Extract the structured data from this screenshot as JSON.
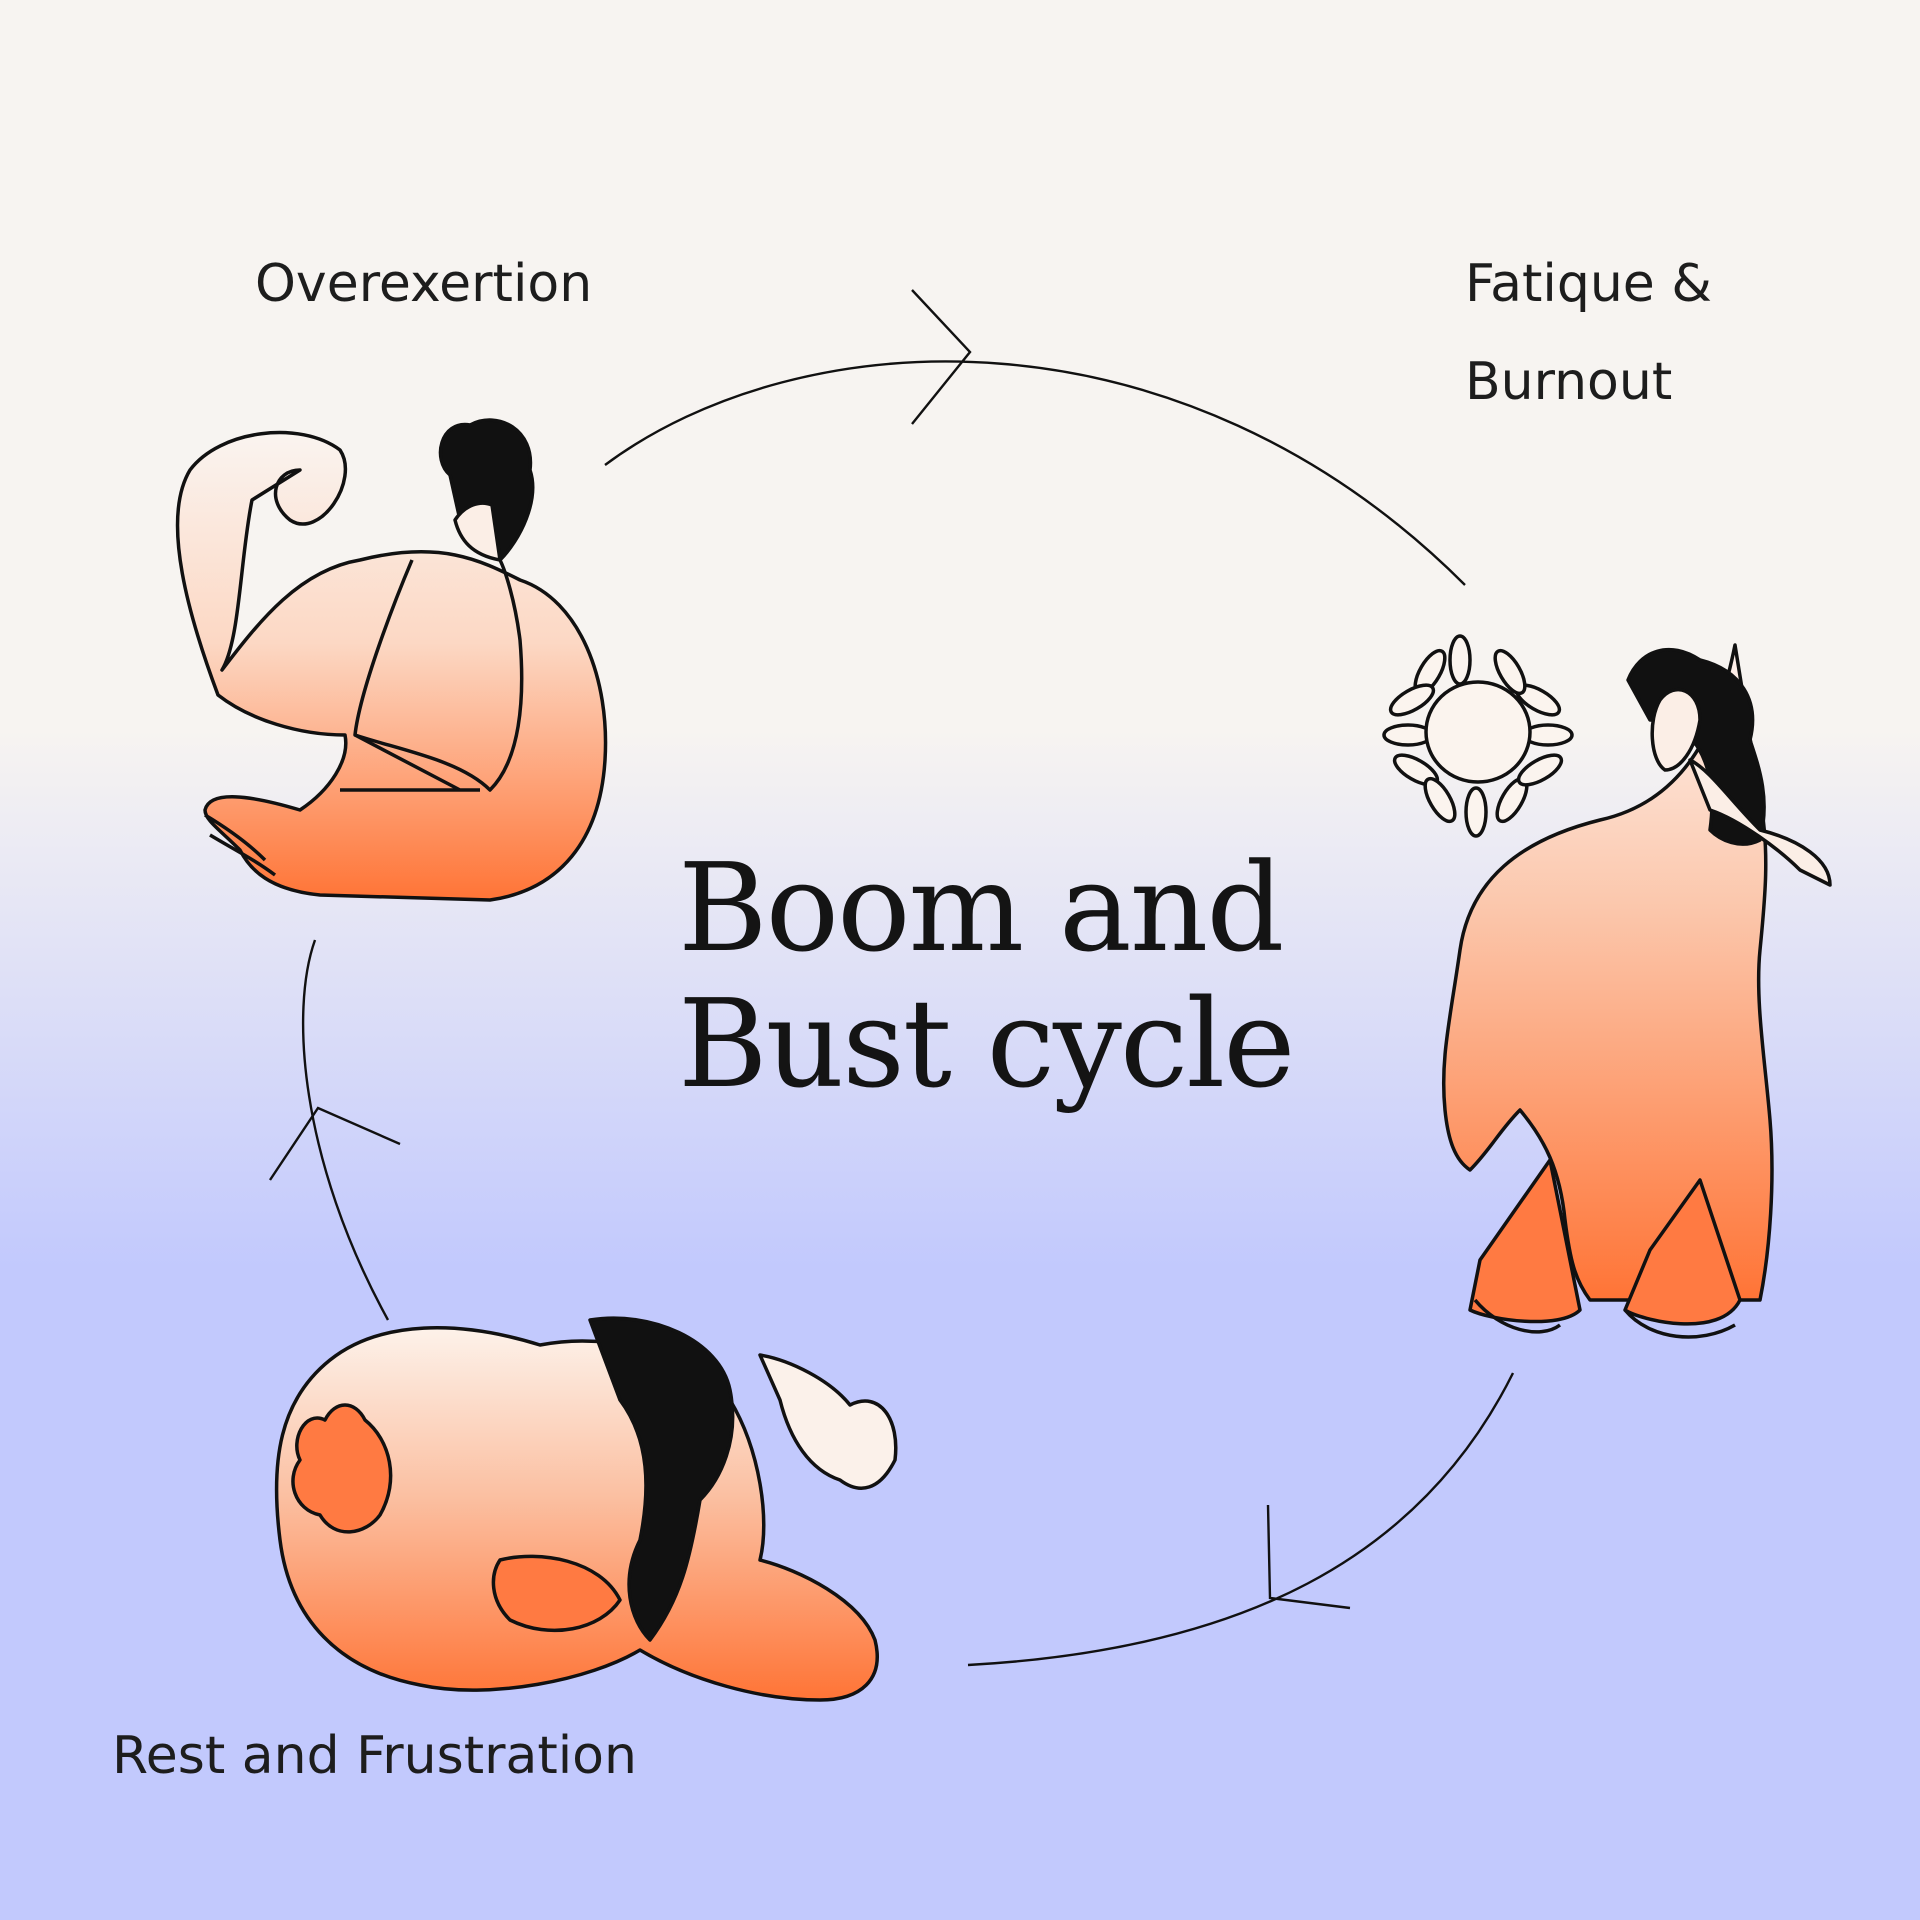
{
  "title": {
    "line1": "Boom and",
    "line2": "Bust cycle"
  },
  "stages": [
    {
      "key": "overexertion",
      "label_lines": [
        "Overexertion"
      ]
    },
    {
      "key": "fatigue",
      "label_lines": [
        "Fatique &",
        "Burnout"
      ]
    },
    {
      "key": "rest",
      "label_lines": [
        "Rest and Frustration"
      ]
    }
  ],
  "colors": {
    "background_top": "#f7f4f1",
    "background_bottom": "#c2c9fd",
    "figure_orange": "#ff7a42",
    "figure_peach": "#fbe0d3",
    "line": "#111111"
  }
}
